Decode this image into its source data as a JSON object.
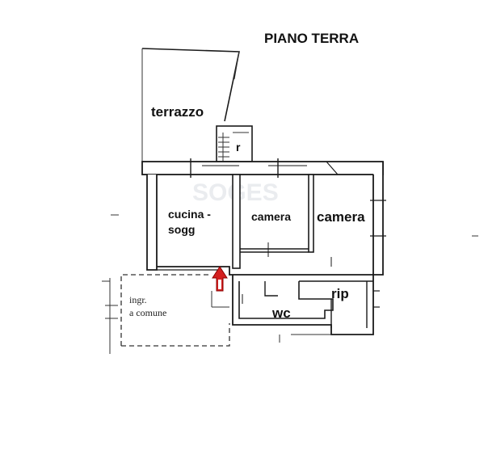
{
  "title": "PIANO TERRA",
  "rooms": {
    "terrazzo": "terrazzo",
    "r": "r",
    "cucina_line1": "cucina -",
    "cucina_line2": "sogg",
    "camera1": "camera",
    "camera2": "camera",
    "rip": "rip",
    "wc": "wc"
  },
  "entrance": {
    "line1": "ingr.",
    "line2": "a comune"
  },
  "watermark": "SOGES",
  "colors": {
    "wall": "#1a1a1a",
    "arrow": "#d42020",
    "background": "#ffffff"
  },
  "icons": {
    "entry_arrow": "arrow-up-icon"
  }
}
